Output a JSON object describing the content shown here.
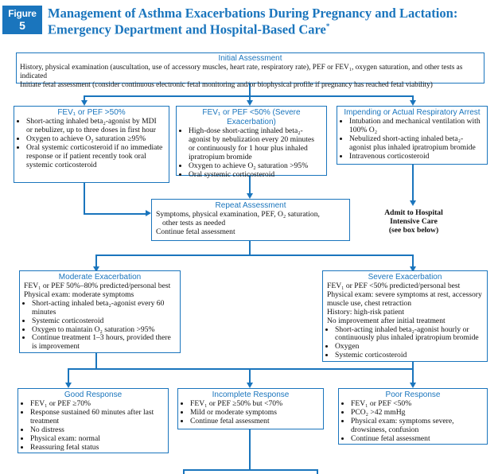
{
  "figure": {
    "word": "Figure",
    "number": "5"
  },
  "title": {
    "line1": "Management of Asthma Exacerbations During Pregnancy and Lactation:",
    "line2": "Emergency Department and Hospital-Based Care",
    "mark": "*"
  },
  "initial": {
    "heading": "Initial Assessment",
    "line1": "History, physical examination (auscultation, use of accessory muscles, heart rate, respiratory rate), PEF or FEV₁, oxygen saturation, and other tests as indicated",
    "line2": "Initiate fetal assessment (consider continuous electronic fetal monitoring and/or biophysical profile if pregnancy has reached fetal viability)"
  },
  "fev50": {
    "heading": "FEV₁ or PEF >50%",
    "items": [
      "Short-acting inhaled beta₂-agonist by MDI or nebulizer, up to three doses in first hour",
      "Oxygen to achieve O₂ saturation ≥95%",
      "Oral systemic corticosteroid if no immediate response or if patient recently took oral systemic corticosteroid"
    ]
  },
  "severe_top": {
    "heading": "FEV₁ or PEF <50% (Severe Exacerbation)",
    "items": [
      "High-dose short-acting inhaled beta₂-agonist by nebulization every 20 minutes or continuously for 1 hour plus inhaled ipratropium bromide",
      "Oxygen to achieve O₂ saturation >95%",
      "Oral systemic corticosteroid"
    ]
  },
  "arrest": {
    "heading": "Impending or Actual Respiratory Arrest",
    "items": [
      "Intubation and mechanical ventilation with 100% O₂",
      "Nebulized short-acting inhaled beta₂-agonist plus inhaled ipratropium bromide",
      "Intravenous corticosteroid"
    ]
  },
  "repeat": {
    "heading": "Repeat Assessment",
    "line1": "Symptoms, physical examination, PEF, O₂ saturation,",
    "line2": "other tests as needed",
    "line3": "Continue fetal assessment"
  },
  "admit": {
    "line1": "Admit to Hospital",
    "line2": "Intensive Care",
    "line3": "(see box below)"
  },
  "moderate": {
    "heading": "Moderate Exacerbation",
    "line1": "FEV₁ or PEF 50%–80% predicted/personal best",
    "line2": "Physical exam: moderate symptoms",
    "items": [
      "Short-acting inhaled beta₂-agonist every 60 minutes",
      "Systemic corticosteroid",
      "Oxygen to maintain O₂ saturation >95%",
      "Continue treatment 1–3 hours, provided there is improvement"
    ]
  },
  "severe": {
    "heading": "Severe Exacerbation",
    "line1": "FEV₁ or PEF <50% predicted/personal best",
    "line2": "Physical exam: severe symptoms at rest, accessory muscle use, chest retraction",
    "line3": "History: high-risk patient",
    "line4": "No improvement after initial treatment",
    "items": [
      "Short-acting inhaled beta₂-agonist hourly or continuously plus inhaled ipratropium bromide",
      "Oxygen",
      "Systemic corticosteroid"
    ]
  },
  "good": {
    "heading": "Good Response",
    "items": [
      "FEV₁ or PEF ≥70%",
      "Response sustained 60 minutes after last treatment",
      "No distress",
      "Physical exam: normal",
      "Reassuring fetal status"
    ]
  },
  "incomplete": {
    "heading": "Incomplete Response",
    "items": [
      "FEV₁ or PEF ≥50% but <70%",
      "Mild or moderate symptoms",
      "Continue fetal assessment"
    ]
  },
  "poor": {
    "heading": "Poor Response",
    "items": [
      "FEV₁ or PEF <50%",
      "PCO₂ >42 mmHg",
      "Physical exam: symptoms severe, drowsiness, confusion",
      "Continue fetal assessment"
    ]
  },
  "colors": {
    "accent": "#1a75bd"
  }
}
